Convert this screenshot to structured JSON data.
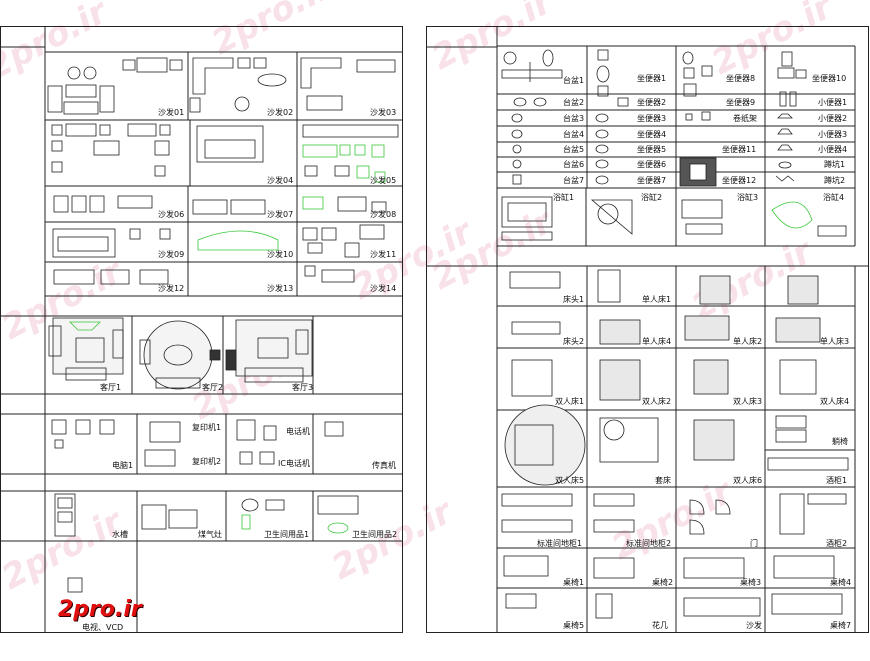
{
  "watermark": "2pro.ir",
  "logo": "2pro.ir",
  "left_sheet": {
    "labels": [
      {
        "key": "sofa01",
        "text": "沙发01"
      },
      {
        "key": "sofa02",
        "text": "沙发02"
      },
      {
        "key": "sofa03",
        "text": "沙发03"
      },
      {
        "key": "sofa04",
        "text": "沙发04"
      },
      {
        "key": "sofa05",
        "text": "沙发05"
      },
      {
        "key": "sofa06",
        "text": "沙发06"
      },
      {
        "key": "sofa07",
        "text": "沙发07"
      },
      {
        "key": "sofa08",
        "text": "沙发08"
      },
      {
        "key": "sofa09",
        "text": "沙发09"
      },
      {
        "key": "sofa10",
        "text": "沙发10"
      },
      {
        "key": "sofa11",
        "text": "沙发11"
      },
      {
        "key": "sofa12",
        "text": "沙发12"
      },
      {
        "key": "sofa13",
        "text": "沙发13"
      },
      {
        "key": "sofa14",
        "text": "沙发14"
      },
      {
        "key": "living1",
        "text": "客厅1"
      },
      {
        "key": "living2",
        "text": "客厅2"
      },
      {
        "key": "living3",
        "text": "客厅3"
      },
      {
        "key": "copier1",
        "text": "复印机1"
      },
      {
        "key": "copier2",
        "text": "复印机2"
      },
      {
        "key": "phone",
        "text": "电话机"
      },
      {
        "key": "icphone",
        "text": "IC电话机"
      },
      {
        "key": "computer1",
        "text": "电脑1"
      },
      {
        "key": "fax",
        "text": "传真机"
      },
      {
        "key": "sink",
        "text": "水槽"
      },
      {
        "key": "stove",
        "text": "煤气灶"
      },
      {
        "key": "bath1",
        "text": "卫生间用品1"
      },
      {
        "key": "bath2",
        "text": "卫生间用品2"
      },
      {
        "key": "tv",
        "text": "电视、VCD"
      }
    ]
  },
  "right_sheet": {
    "labels": [
      {
        "key": "basin1",
        "text": "台盆1"
      },
      {
        "key": "basin2",
        "text": "台盆2"
      },
      {
        "key": "basin3",
        "text": "台盆3"
      },
      {
        "key": "basin4",
        "text": "台盆4"
      },
      {
        "key": "basin5",
        "text": "台盆5"
      },
      {
        "key": "basin6",
        "text": "台盆6"
      },
      {
        "key": "basin7",
        "text": "台盆7"
      },
      {
        "key": "toilet1",
        "text": "坐便器1"
      },
      {
        "key": "toilet2",
        "text": "坐便器2"
      },
      {
        "key": "toilet3",
        "text": "坐便器3"
      },
      {
        "key": "toilet4",
        "text": "坐便器4"
      },
      {
        "key": "toilet5",
        "text": "坐便器5"
      },
      {
        "key": "toilet6",
        "text": "坐便器6"
      },
      {
        "key": "toilet7",
        "text": "坐便器7"
      },
      {
        "key": "toilet8",
        "text": "坐便器8"
      },
      {
        "key": "toilet9",
        "text": "坐便器9"
      },
      {
        "key": "tissue",
        "text": "卷纸架"
      },
      {
        "key": "toilet11",
        "text": "坐便器11"
      },
      {
        "key": "toilet12",
        "text": "坐便器12"
      },
      {
        "key": "toilet10",
        "text": "坐便器10"
      },
      {
        "key": "urinal1",
        "text": "小便器1"
      },
      {
        "key": "urinal2",
        "text": "小便器2"
      },
      {
        "key": "urinal3",
        "text": "小便器3"
      },
      {
        "key": "urinal4",
        "text": "小便器4"
      },
      {
        "key": "squat1",
        "text": "蹲坑1"
      },
      {
        "key": "squat2",
        "text": "蹲坑2"
      },
      {
        "key": "tub1",
        "text": "浴缸1"
      },
      {
        "key": "tub2",
        "text": "浴缸2"
      },
      {
        "key": "tub3",
        "text": "浴缸3"
      },
      {
        "key": "tub4",
        "text": "浴缸4"
      },
      {
        "key": "headboard1",
        "text": "床头1"
      },
      {
        "key": "headboard2",
        "text": "床头2"
      },
      {
        "key": "single1",
        "text": "单人床1"
      },
      {
        "key": "single2",
        "text": "单人床2"
      },
      {
        "key": "single3",
        "text": "单人床3"
      },
      {
        "key": "single4",
        "text": "单人床4"
      },
      {
        "key": "double1",
        "text": "双人床1"
      },
      {
        "key": "double2",
        "text": "双人床2"
      },
      {
        "key": "double3",
        "text": "双人床3"
      },
      {
        "key": "double4",
        "text": "双人床4"
      },
      {
        "key": "double5",
        "text": "双人床5"
      },
      {
        "key": "bedset",
        "text": "套床"
      },
      {
        "key": "double6",
        "text": "双人床6"
      },
      {
        "key": "lounger",
        "text": "躺椅"
      },
      {
        "key": "wine1",
        "text": "酒柜1"
      },
      {
        "key": "floorcab1",
        "text": "标准间地柜1"
      },
      {
        "key": "floorcab2",
        "text": "标准间地柜2"
      },
      {
        "key": "door",
        "text": "门"
      },
      {
        "key": "wine2",
        "text": "酒柜2"
      },
      {
        "key": "tablechair1",
        "text": "桌椅1"
      },
      {
        "key": "tablechair2",
        "text": "桌椅2"
      },
      {
        "key": "tablechair3",
        "text": "桌椅3"
      },
      {
        "key": "tablechair4",
        "text": "桌椅4"
      },
      {
        "key": "tablechair5",
        "text": "桌椅5"
      },
      {
        "key": "flowerstand",
        "text": "花几"
      },
      {
        "key": "sofa",
        "text": "沙发"
      },
      {
        "key": "tablechair7",
        "text": "桌椅7"
      }
    ]
  },
  "colors": {
    "accent_green": "#39c639",
    "logo_red": "#e01010",
    "line": "#222222"
  }
}
